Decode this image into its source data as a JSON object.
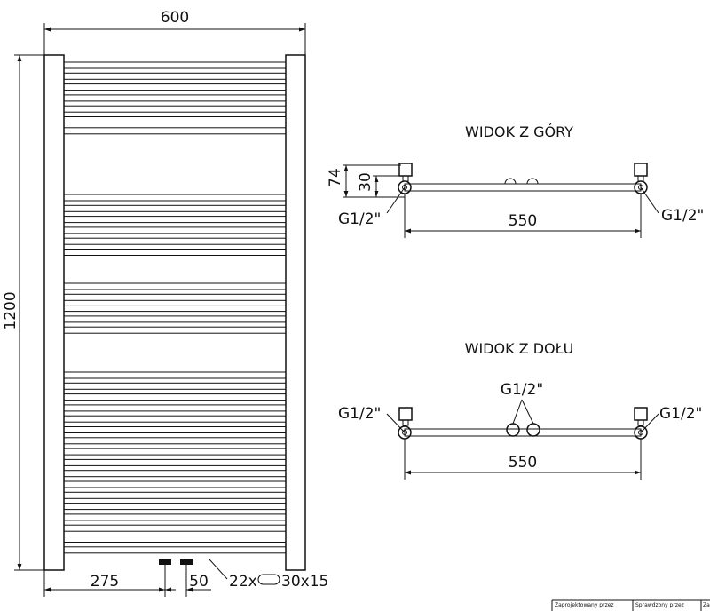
{
  "front_view": {
    "width_dim": "600",
    "height_dim": "1200",
    "offset_dim": "275",
    "spacing_dim": "50",
    "tube_spec": "22x",
    "flat_spec": "30x15"
  },
  "top_view": {
    "title": "WIDOK Z GÓRY",
    "depth_dim": "74",
    "axis_dim": "30",
    "left_conn": "G1/2\"",
    "right_conn": "G1/2\"",
    "width_dim": "550"
  },
  "bottom_view": {
    "title": "WIDOK Z DOŁU",
    "left_conn": "G1/2\"",
    "right_conn": "G1/2\"",
    "center_conn": "G1/2\"",
    "width_dim": "550"
  },
  "title_block": {
    "cell_1": "Zaprojektowany przez",
    "cell_2": "Sprawdzony przez",
    "cell_3": "Za"
  }
}
